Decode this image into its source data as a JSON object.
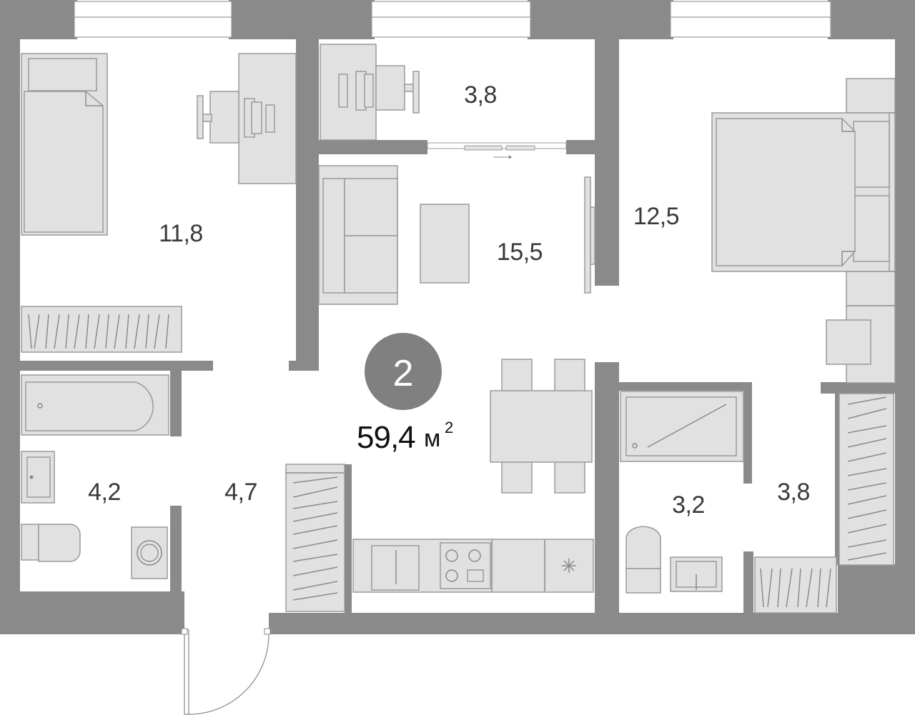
{
  "apartment": {
    "rooms_badge": "2",
    "total_area": "59,4",
    "unit": "м",
    "unit_power": "2"
  },
  "rooms": [
    {
      "area": "11,8"
    },
    {
      "area": "3,8"
    },
    {
      "area": "15,5"
    },
    {
      "area": "12,5"
    },
    {
      "area": "4,2"
    },
    {
      "area": "4,7"
    },
    {
      "area": "3,2"
    },
    {
      "area": "3,8"
    }
  ],
  "colors": {
    "wall": "#8a8a8a",
    "furniture": "#e1e1e1",
    "badge": "#808080",
    "background": "#ffffff"
  }
}
